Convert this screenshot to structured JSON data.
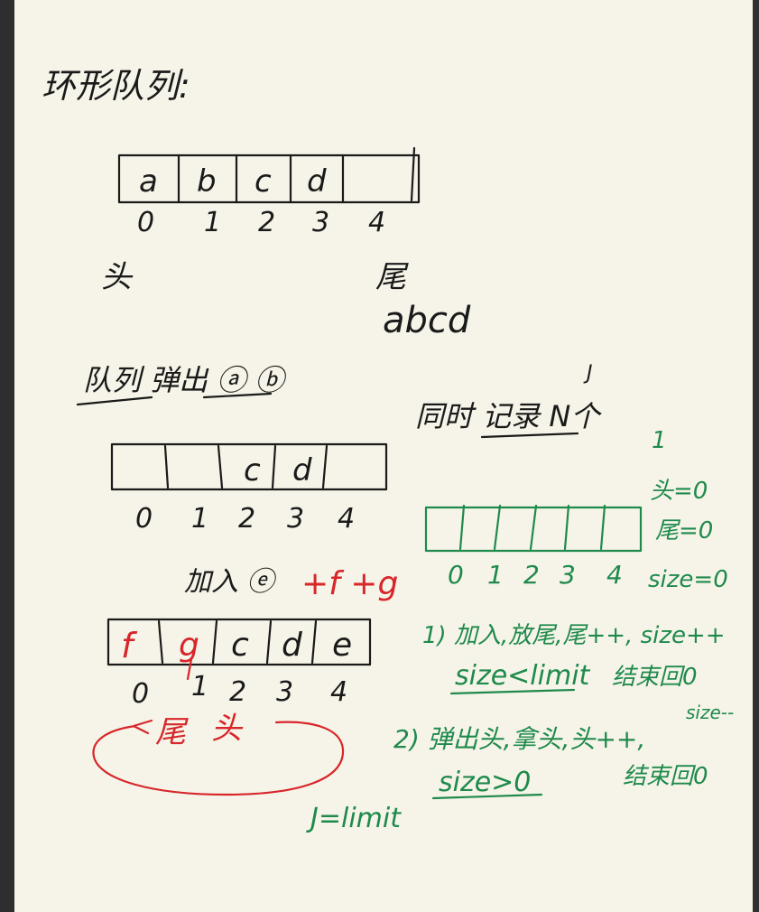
{
  "title": "环形队列:",
  "queue1": {
    "cells": [
      "a",
      "b",
      "c",
      "d",
      ""
    ],
    "indices": [
      "0",
      "1",
      "2",
      "3",
      "4"
    ],
    "head_label": "头",
    "tail_label": "尾",
    "seq": "abcd"
  },
  "pop_note": "队列 弹出 ⓐ ⓑ",
  "simul_note": "同时 记录 N个",
  "queue2": {
    "cells": [
      "",
      "",
      "c",
      "d",
      ""
    ],
    "indices": [
      "0",
      "1",
      "2",
      "3",
      "4"
    ]
  },
  "add_note": "加入 ⓔ",
  "add_red": "+f +g",
  "queue3": {
    "cells": [
      "f",
      "g",
      "c",
      "d",
      "e"
    ],
    "indices": [
      "0",
      "1",
      "2",
      "3",
      "4"
    ],
    "tail_label": "尾",
    "head_label": "头"
  },
  "green": {
    "cells": [
      "",
      "",
      "",
      "",
      ""
    ],
    "indices": [
      "0",
      "1",
      "2",
      "3",
      "4"
    ],
    "top_mark": "J",
    "side_mark": "1",
    "init_head": "头=0",
    "init_tail": "尾=0",
    "init_size": "size=0",
    "rule1": "1) 加入,放尾,尾++, size++",
    "rule1_cond": "size<limit",
    "rule1_end": "结束回0",
    "rule2_size": "size--",
    "rule2": "2) 弹出头,拿头,头++,",
    "rule2_cond": "size>0",
    "rule2_end": "结束回0",
    "footer": "J=limit"
  },
  "colors": {
    "ink": "#1a1a1a",
    "red": "#d8262a",
    "green": "#1f8a4c",
    "paper": "#f6f4e8"
  }
}
